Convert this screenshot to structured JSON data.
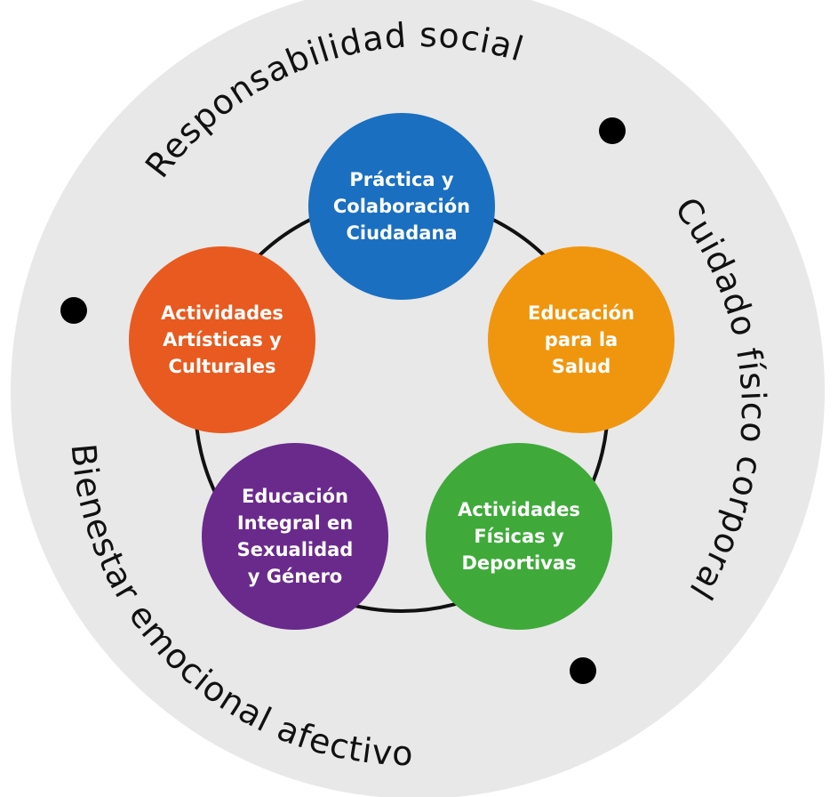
{
  "ring_labels": {
    "top": "Responsabilidad social",
    "right": "Cuidado físico corporal",
    "bottom": "Bienestar emocional afectivo"
  },
  "nodes": [
    {
      "lines": [
        "Práctica y",
        "Colaboración",
        "Ciudadana"
      ],
      "color": "#1a6fc0"
    },
    {
      "lines": [
        "Educación",
        "para la",
        "Salud"
      ],
      "color": "#f0960e"
    },
    {
      "lines": [
        "Actividades",
        "Físicas y",
        "Deportivas"
      ],
      "color": "#3faa3a"
    },
    {
      "lines": [
        "Educación",
        "Integral en",
        "Sexualidad",
        "y Género"
      ],
      "color": "#6a2a8c"
    },
    {
      "lines": [
        "Actividades",
        "Artísticas y",
        "Culturales"
      ],
      "color": "#e85a1f"
    }
  ],
  "colors": {
    "background_disc": "#e8e8e8",
    "ring_line": "#111111",
    "dots": "#000000"
  }
}
